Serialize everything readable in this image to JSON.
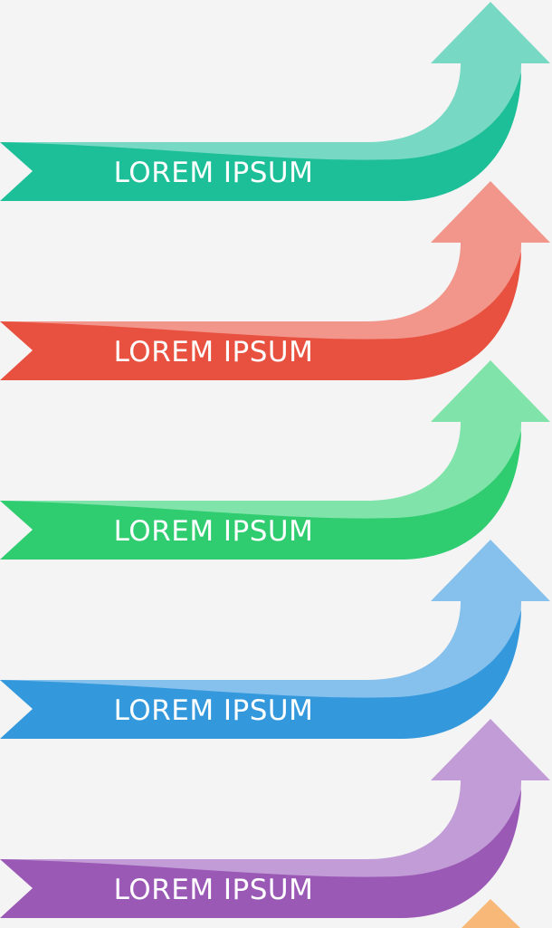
{
  "arrows": [
    {
      "label": "LOREM IPSUM",
      "color_light": "#77d8c4",
      "color_dark": "#1dbf98"
    },
    {
      "label": "LOREM IPSUM",
      "color_light": "#f2968c",
      "color_dark": "#e8513f"
    },
    {
      "label": "LOREM IPSUM",
      "color_light": "#80e3aa",
      "color_dark": "#2fcc70"
    },
    {
      "label": "LOREM IPSUM",
      "color_light": "#86c0ec",
      "color_dark": "#3498dc"
    },
    {
      "label": "LOREM IPSUM",
      "color_light": "#c29cd6",
      "color_dark": "#9b59b6"
    }
  ],
  "partial_arrow_color": "#f8b978",
  "background_color": "#f4f4f4"
}
